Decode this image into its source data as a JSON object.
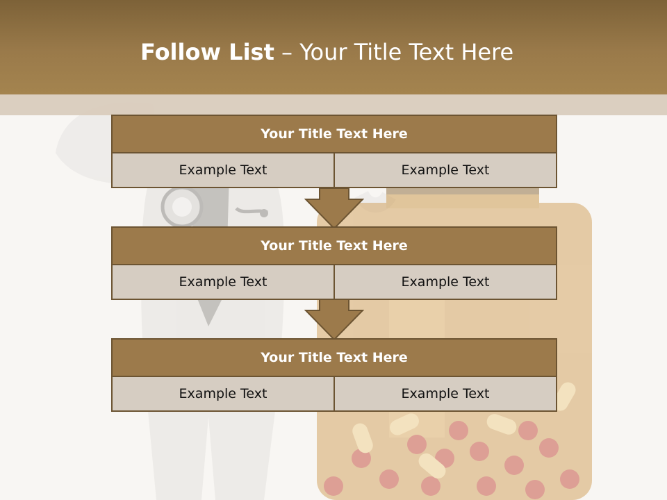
{
  "title": {
    "bold": "Follow List",
    "rest": " – Your Title Text Here"
  },
  "blocks": [
    {
      "title": "Your Title Text Here",
      "left": "Example Text",
      "right": "Example Text"
    },
    {
      "title": "Your Title Text Here",
      "left": "Example Text",
      "right": "Example Text"
    },
    {
      "title": "Your Title Text Here",
      "left": "Example Text",
      "right": "Example Text"
    }
  ],
  "colors": {
    "header": "#9a7a4a",
    "block_title": "#9c7a4b",
    "cell": "#d6cdc2",
    "border": "#6c5432"
  }
}
